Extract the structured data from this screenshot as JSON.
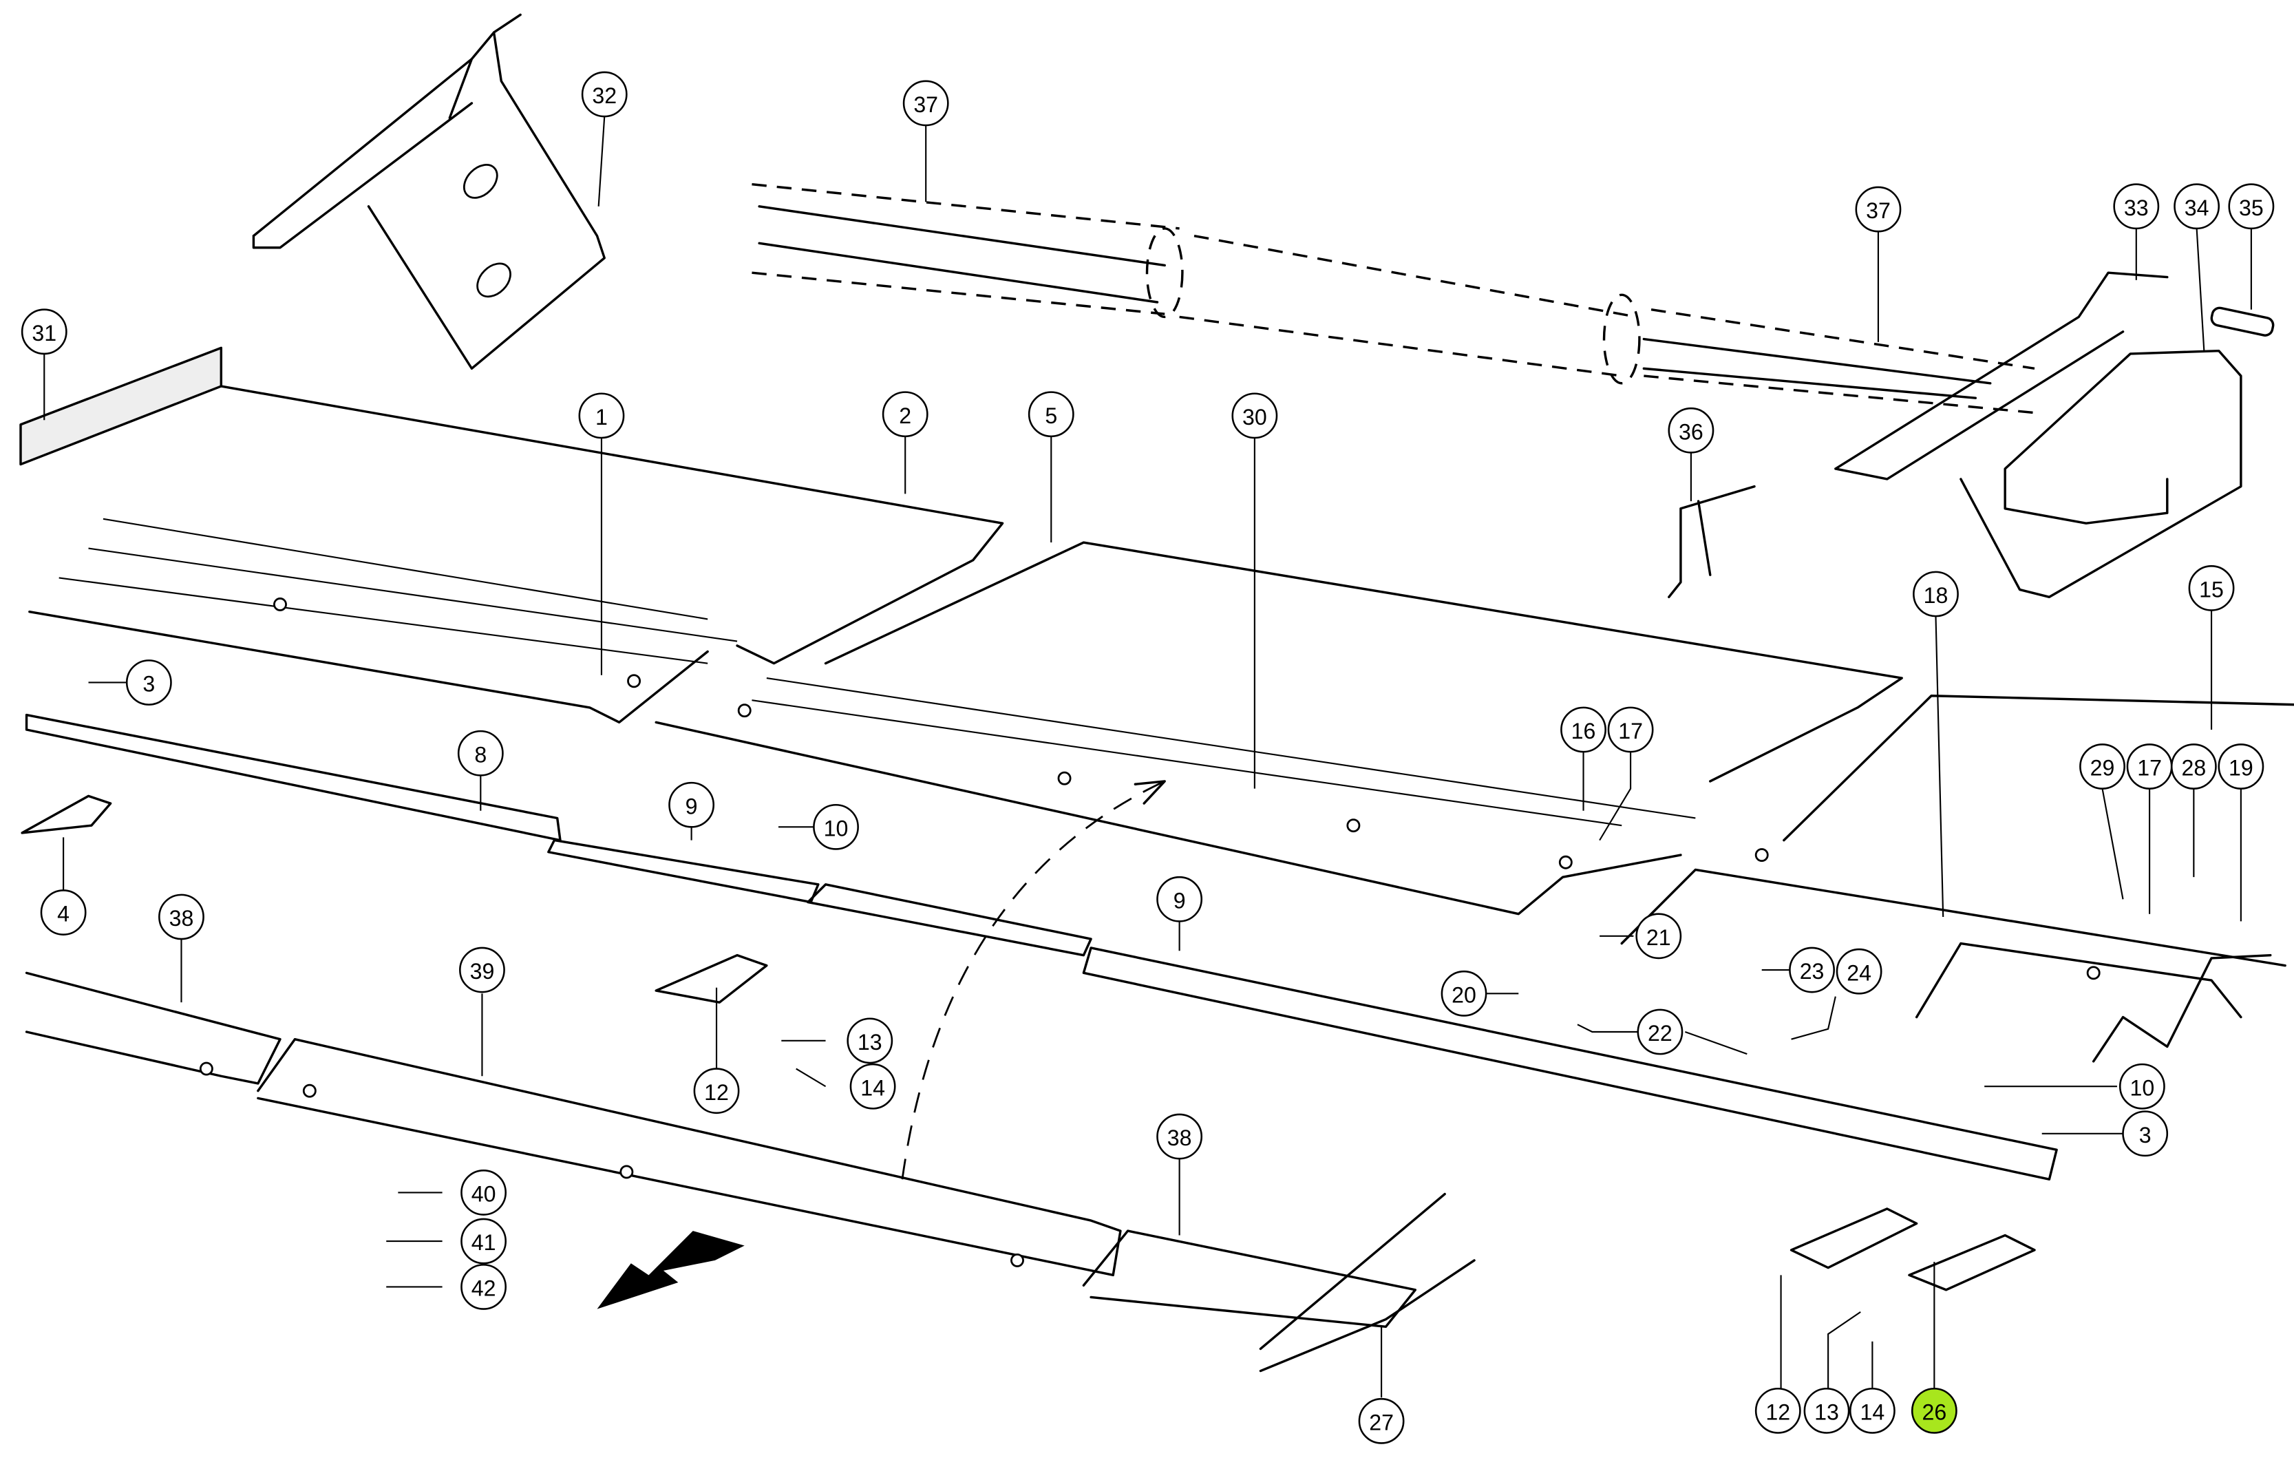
{
  "diagram": {
    "title": "Exploded parts view — cutter bar / header floor assembly",
    "highlight_color": "#a8e61d",
    "highlighted_callout": "26",
    "direction_arrow": "travel-direction-arrow",
    "callouts": [
      {
        "id": "c1",
        "label": "1"
      },
      {
        "id": "c2",
        "label": "2"
      },
      {
        "id": "c3a",
        "label": "3"
      },
      {
        "id": "c3b",
        "label": "3"
      },
      {
        "id": "c4",
        "label": "4"
      },
      {
        "id": "c5",
        "label": "5"
      },
      {
        "id": "c8",
        "label": "8"
      },
      {
        "id": "c9a",
        "label": "9"
      },
      {
        "id": "c9b",
        "label": "9"
      },
      {
        "id": "c10a",
        "label": "10"
      },
      {
        "id": "c10b",
        "label": "10"
      },
      {
        "id": "c12a",
        "label": "12"
      },
      {
        "id": "c12b",
        "label": "12"
      },
      {
        "id": "c13a",
        "label": "13"
      },
      {
        "id": "c13b",
        "label": "13"
      },
      {
        "id": "c14a",
        "label": "14"
      },
      {
        "id": "c14b",
        "label": "14"
      },
      {
        "id": "c15",
        "label": "15"
      },
      {
        "id": "c16",
        "label": "16"
      },
      {
        "id": "c17a",
        "label": "17"
      },
      {
        "id": "c17b",
        "label": "17"
      },
      {
        "id": "c18",
        "label": "18"
      },
      {
        "id": "c19",
        "label": "19"
      },
      {
        "id": "c20",
        "label": "20"
      },
      {
        "id": "c21",
        "label": "21"
      },
      {
        "id": "c22",
        "label": "22"
      },
      {
        "id": "c23",
        "label": "23"
      },
      {
        "id": "c24",
        "label": "24"
      },
      {
        "id": "c26",
        "label": "26"
      },
      {
        "id": "c27",
        "label": "27"
      },
      {
        "id": "c28",
        "label": "28"
      },
      {
        "id": "c29",
        "label": "29"
      },
      {
        "id": "c30",
        "label": "30"
      },
      {
        "id": "c31",
        "label": "31"
      },
      {
        "id": "c32",
        "label": "32"
      },
      {
        "id": "c33",
        "label": "33"
      },
      {
        "id": "c34",
        "label": "34"
      },
      {
        "id": "c35",
        "label": "35"
      },
      {
        "id": "c36",
        "label": "36"
      },
      {
        "id": "c37a",
        "label": "37"
      },
      {
        "id": "c37b",
        "label": "37"
      },
      {
        "id": "c38a",
        "label": "38"
      },
      {
        "id": "c38b",
        "label": "38"
      },
      {
        "id": "c39",
        "label": "39"
      },
      {
        "id": "c40",
        "label": "40"
      },
      {
        "id": "c41",
        "label": "41"
      },
      {
        "id": "c42",
        "label": "42"
      }
    ]
  }
}
